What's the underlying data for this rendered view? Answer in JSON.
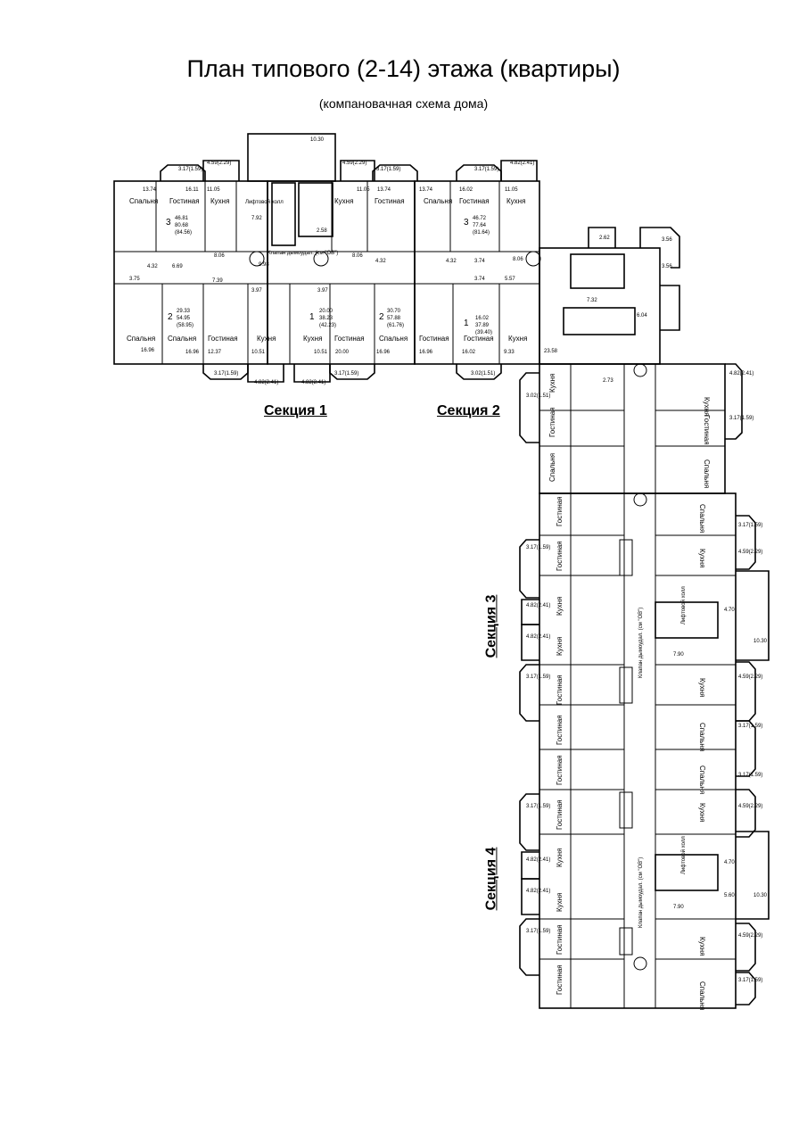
{
  "title": "План типового (2-14) этажа (квартиры)",
  "subtitle": "(компановачная схема дома)",
  "sections": [
    "Секция 1",
    "Секция 2",
    "Секция 3",
    "Секция 4"
  ],
  "room_names": {
    "bedroom": "Спальня",
    "living": "Гостиная",
    "kitchen": "Кухня"
  },
  "lift_hall": "Лифтовой холл",
  "valve": "Клапан дымоудал. (см \"ОВ\")",
  "dims": {
    "d1030": "10.30",
    "d459": "4.59(2.29)",
    "d317": "3.17(1.59)",
    "d482": "4.82(2.41)",
    "d1374": "13.74",
    "d1611": "16.11",
    "d1105": "11.05",
    "d4681": "46.81",
    "d8068": "80.68",
    "d8456": "(84.56)",
    "d4672": "46.72",
    "d7764": "77.64",
    "d8164": "(81.64)",
    "d1602": "16.02",
    "d792": "7.92",
    "d258": "2.58",
    "d806": "8.06",
    "d432": "4.32",
    "d669": "6.69",
    "d998": "9.98",
    "d375": "3.75",
    "d739": "7.39",
    "d397": "3.97",
    "d374": "3.74",
    "d557": "5.57",
    "d2933": "29.33",
    "d5495": "54.95",
    "d5895": "(58.95)",
    "d2000": "20.00",
    "d3823": "38.23",
    "d4223": "(42.23)",
    "d3070": "30.70",
    "d5788": "57.88",
    "d6176": "(61.76)",
    "d1632": "16.02",
    "d3789": "37.89",
    "d3940": "(39.40)",
    "d1696": "16.96",
    "d1237": "12.37",
    "d1051": "10.51",
    "d933": "9.33",
    "d302": "3.02(1.51)",
    "d262": "2.62",
    "d356": "3.56",
    "d732": "7.32",
    "d604": "6.04",
    "d2358": "23.58",
    "d273": "2.73",
    "d470": "4.70",
    "d560": "5.60",
    "d790": "7.90",
    "d1": "1",
    "d2": "2",
    "d3": "3"
  }
}
